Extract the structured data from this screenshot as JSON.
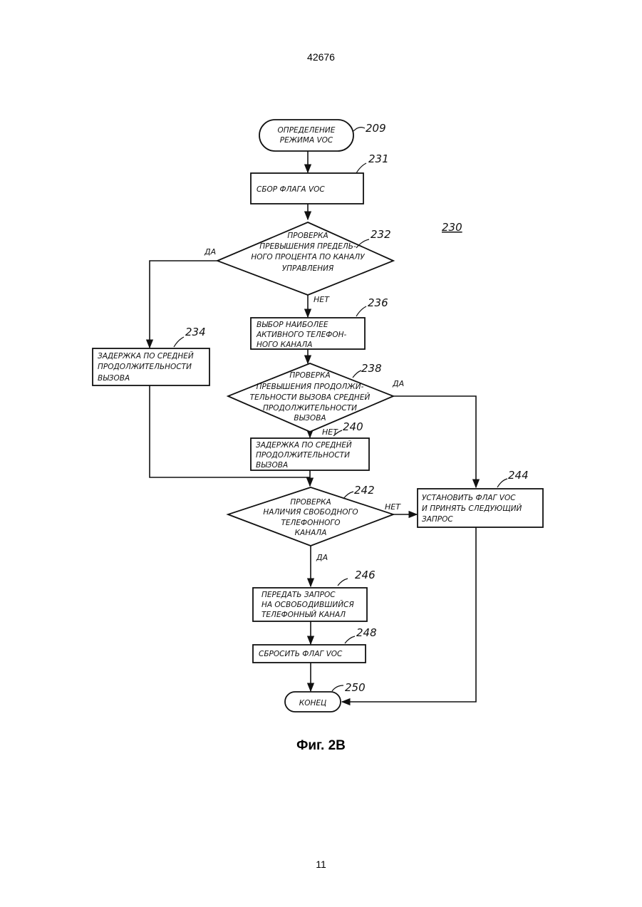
{
  "doc_number": "42676",
  "page_number": "11",
  "figure_caption": "Фиг. 2В",
  "diagram_ref": "230",
  "nodes": {
    "start": {
      "ref": "209",
      "lines": [
        "ОПРЕДЕЛЕНИЕ",
        "РЕЖИМА VOC"
      ]
    },
    "reset_flag": {
      "ref": "231",
      "lines": [
        "СБОР ФЛАГА VOC"
      ]
    },
    "check_control": {
      "ref": "232",
      "lines": [
        "ПРОВЕРКА",
        "ПРЕВЫШЕНИЯ ПРЕДЕЛЬ-",
        "НОГО ПРОЦЕНТА ПО КАНАЛУ",
        "УПРАВЛЕНИЯ"
      ]
    },
    "delay_left": {
      "ref": "234",
      "lines": [
        "ЗАДЕРЖКА ПО СРЕДНЕЙ",
        "ПРОДОЛЖИТЕЛЬНОСТИ",
        "ВЫЗОВА"
      ]
    },
    "select_channel": {
      "ref": "236",
      "lines": [
        "ВЫБОР НАИБОЛЕЕ",
        "АКТИВНОГО ТЕЛЕФОН-",
        "НОГО КАНАЛА"
      ]
    },
    "check_duration": {
      "ref": "238",
      "lines": [
        "ПРОВЕРКА",
        "ПРЕВЫШЕНИЯ ПРОДОЛЖИ-",
        "ТЕЛЬНОСТИ ВЫЗОВА СРЕДНЕЙ",
        "ПРОДОЛЖИТЕЛЬНОСТИ",
        "ВЫЗОВА"
      ]
    },
    "delay_mid": {
      "ref": "240",
      "lines": [
        "ЗАДЕРЖКА ПО СРЕДНЕЙ",
        "ПРОДОЛЖИТЕЛЬНОСТИ",
        "ВЫЗОВА"
      ]
    },
    "check_free": {
      "ref": "242",
      "lines": [
        "ПРОВЕРКА",
        "НАЛИЧИЯ СВОБОДНОГО",
        "ТЕЛЕФОННОГО",
        "КАНАЛА"
      ]
    },
    "set_flag": {
      "ref": "244",
      "lines": [
        "УСТАНОВИТЬ ФЛАГ VOC",
        "И ПРИНЯТЬ СЛЕДУЮЩИЙ",
        "ЗАПРОС"
      ]
    },
    "transmit": {
      "ref": "246",
      "lines": [
        "ПЕРЕДАТЬ ЗАПРОС",
        "НА ОСВОБОДИВШИЙСЯ",
        "ТЕЛЕФОННЫЙ КАНАЛ"
      ]
    },
    "clear_flag": {
      "ref": "248",
      "lines": [
        "СБРОСИТЬ ФЛАГ VOC"
      ]
    },
    "end": {
      "ref": "250",
      "lines": [
        "КОНЕЦ"
      ]
    }
  },
  "edge_labels": {
    "yes": "ДА",
    "no": "НЕТ"
  }
}
